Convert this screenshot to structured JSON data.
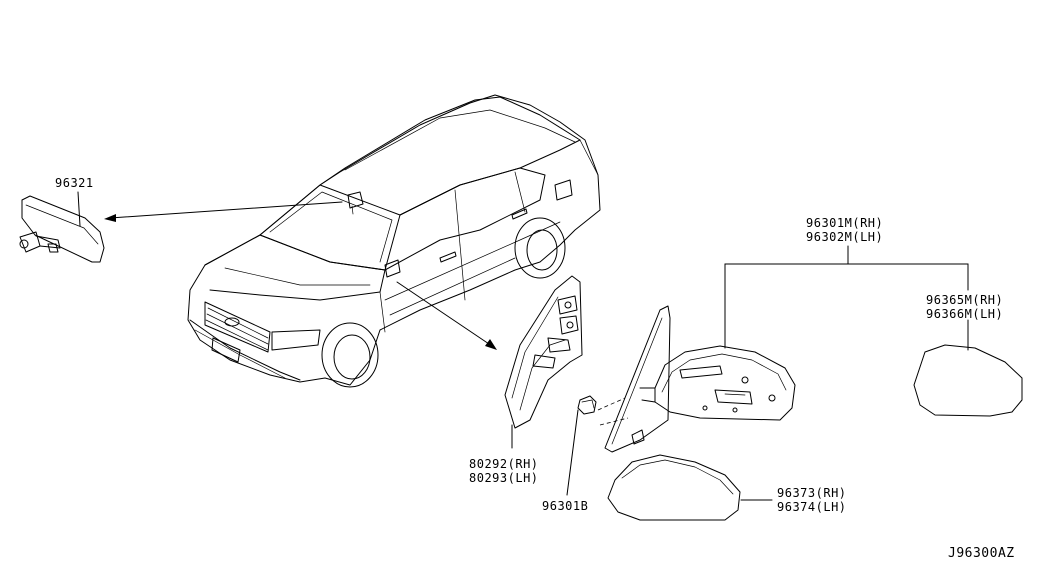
{
  "diagram_code": "J96300AZ",
  "parts": {
    "inner_mirror": {
      "number": "96321"
    },
    "finisher": {
      "rh": "80292(RH)",
      "lh": "80293(LH)"
    },
    "clip": {
      "number": "96301B"
    },
    "door_mirror": {
      "rh": "96301M(RH)",
      "lh": "96302M(LH)"
    },
    "mirror_glass": {
      "rh": "96365M(RH)",
      "lh": "96366M(LH)"
    },
    "mirror_cover": {
      "rh": "96373(RH)",
      "lh": "96374(LH)"
    }
  }
}
